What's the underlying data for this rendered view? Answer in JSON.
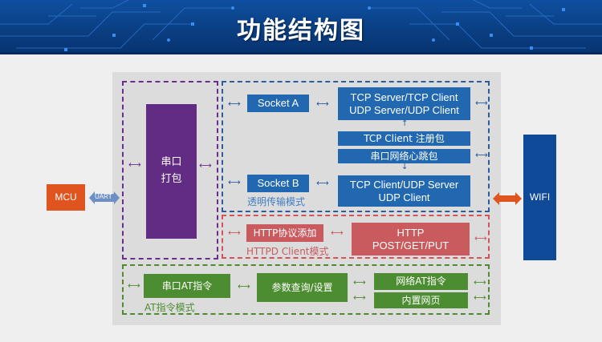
{
  "banner": {
    "title": "功能结构图"
  },
  "colors": {
    "banner": "#0a3f82",
    "mcu": "#e05420",
    "wifi": "#0e4a98",
    "purple": "#622b84",
    "blue": "#2268b1",
    "red": "#c95b5f",
    "green": "#4d8d31",
    "uart": "#6e8fc4",
    "wifi_link": "#e05420"
  },
  "mcu": {
    "label": "MCU"
  },
  "uart": {
    "label": "UART"
  },
  "wifi": {
    "label": "WIFI"
  },
  "serial_pack": {
    "line1": "串口",
    "line2": "打包"
  },
  "transparent": {
    "mode_label": "透明传输模式",
    "socket_a": "Socket A",
    "socket_b": "Socket B",
    "protocols_a": {
      "line1": "TCP Server/TCP Client",
      "line2": "UDP Server/UDP Client"
    },
    "register_packet": "TCP Client 注册包",
    "heartbeat_packet": "串口网络心跳包",
    "protocols_b": {
      "line1": "TCP Client/UDP Server",
      "line2": "UDP Client"
    }
  },
  "httpd": {
    "mode_label": "HTTPD Client模式",
    "add_protocol": "HTTP协议添加",
    "methods": {
      "line1": "HTTP",
      "line2": "POST/GET/PUT"
    }
  },
  "at": {
    "mode_label": "AT指令模式",
    "serial_at": "串口AT指令",
    "param_query": "参数查询/设置",
    "network_at": "网络AT指令",
    "web_page": "内置网页"
  },
  "glyphs": {
    "double_arrow": "⟷",
    "up_arrow": "↑",
    "down_arrow": "↓"
  }
}
